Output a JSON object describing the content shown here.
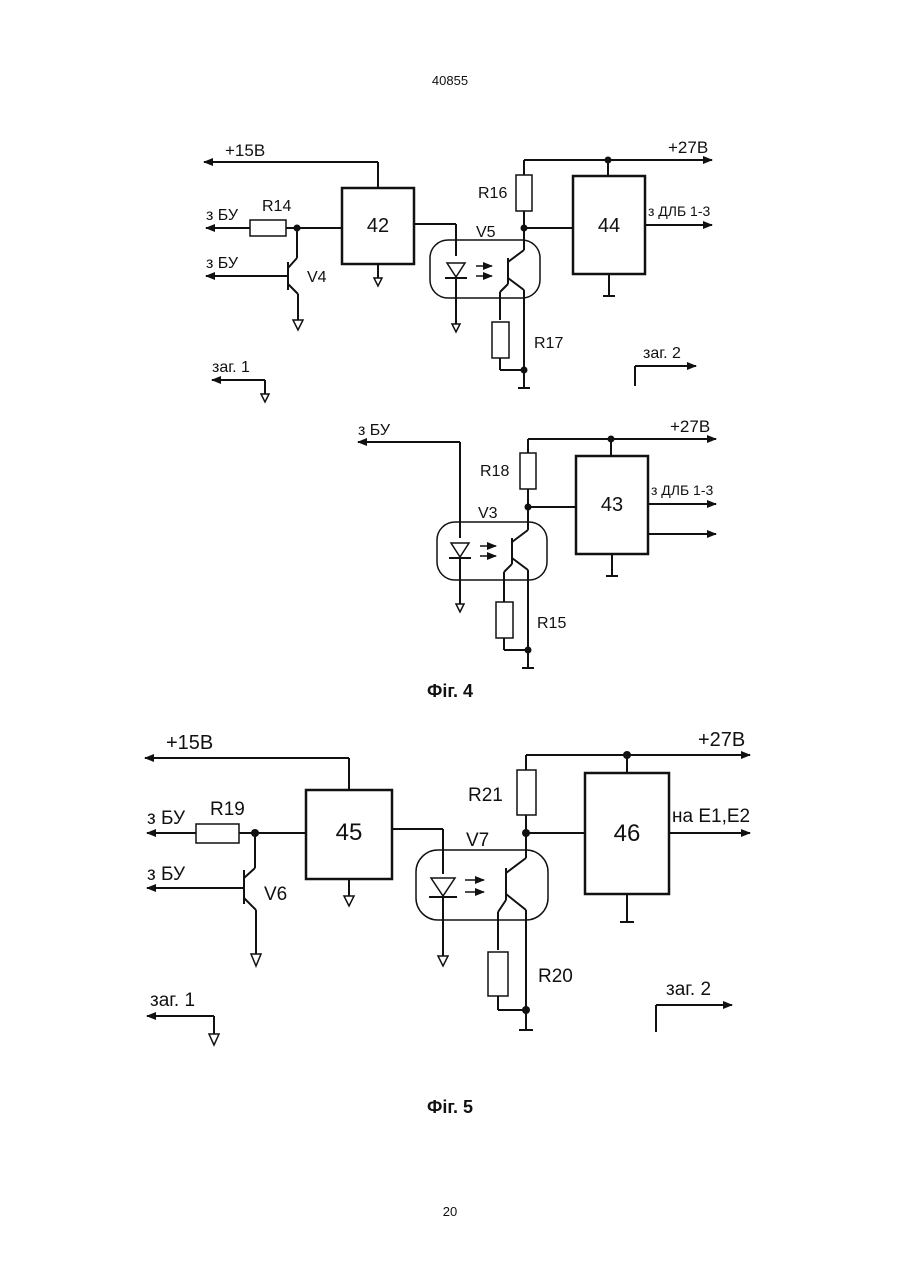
{
  "header": {
    "doc_number": "40855"
  },
  "footer": {
    "page_number": "20"
  },
  "fig4": {
    "caption": "Фіг. 4",
    "top": {
      "supply_15": "+15В",
      "supply_27": "+27В",
      "in_bu_1": "з БУ",
      "in_bu_2": "з БУ",
      "r14": "R14",
      "v4": "V4",
      "block_42": "42",
      "v5": "V5",
      "r16": "R16",
      "r17": "R17",
      "block_44": "44",
      "out_dlb": "з ДЛБ 1-3",
      "gnd1": "заг. 1",
      "gnd2": "заг. 2"
    },
    "bottom": {
      "in_bu": "з БУ",
      "supply_27": "+27В",
      "r18": "R18",
      "v3": "V3",
      "r15": "R15",
      "block_43": "43",
      "out_dlb": "з ДЛБ 1-3"
    }
  },
  "fig5": {
    "caption": "Фіг. 5",
    "supply_15": "+15В",
    "supply_27": "+27В",
    "in_bu_1": "з БУ",
    "in_bu_2": "з БУ",
    "r19": "R19",
    "v6": "V6",
    "block_45": "45",
    "v7": "V7",
    "r21": "R21",
    "r20": "R20",
    "block_46": "46",
    "out_e": "на Е1,Е2",
    "gnd1": "заг. 1",
    "gnd2": "заг. 2"
  }
}
